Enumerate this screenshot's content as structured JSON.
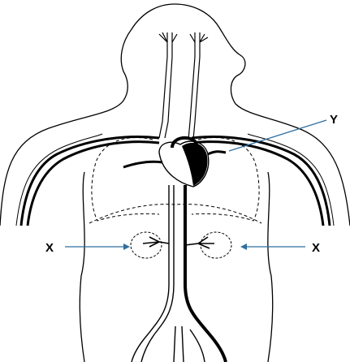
{
  "labels": {
    "y": "Y",
    "x_left": "X",
    "x_right": "X"
  },
  "colors": {
    "outline": "#000000",
    "pointer": "#2f6f9f",
    "background": "#ffffff"
  }
}
